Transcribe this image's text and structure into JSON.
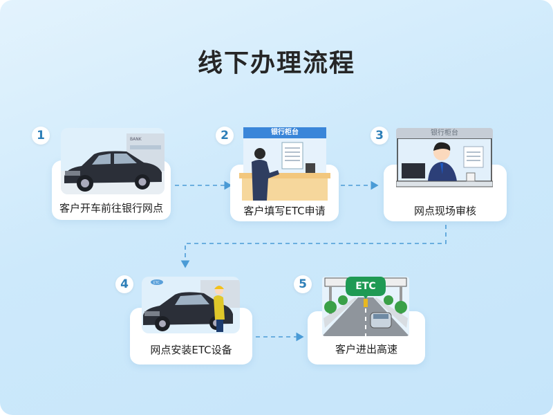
{
  "title": "线下办理流程",
  "steps": [
    {
      "number": "1",
      "label": "客户开车前往银行网点",
      "sign": "BANK"
    },
    {
      "number": "2",
      "label": "客户填写ETC申请",
      "sign": "银行柜台"
    },
    {
      "number": "3",
      "label": "网点现场审核",
      "sign": "银行柜台"
    },
    {
      "number": "4",
      "label": "网点安装ETC设备",
      "sign": "ETC"
    },
    {
      "number": "5",
      "label": "客户进出高速",
      "sign": "ETC"
    }
  ],
  "colors": {
    "accent": "#2e7fb8",
    "arrow": "#4a9bd6",
    "car": "#2b2f38",
    "etc_green": "#1f9a54"
  }
}
